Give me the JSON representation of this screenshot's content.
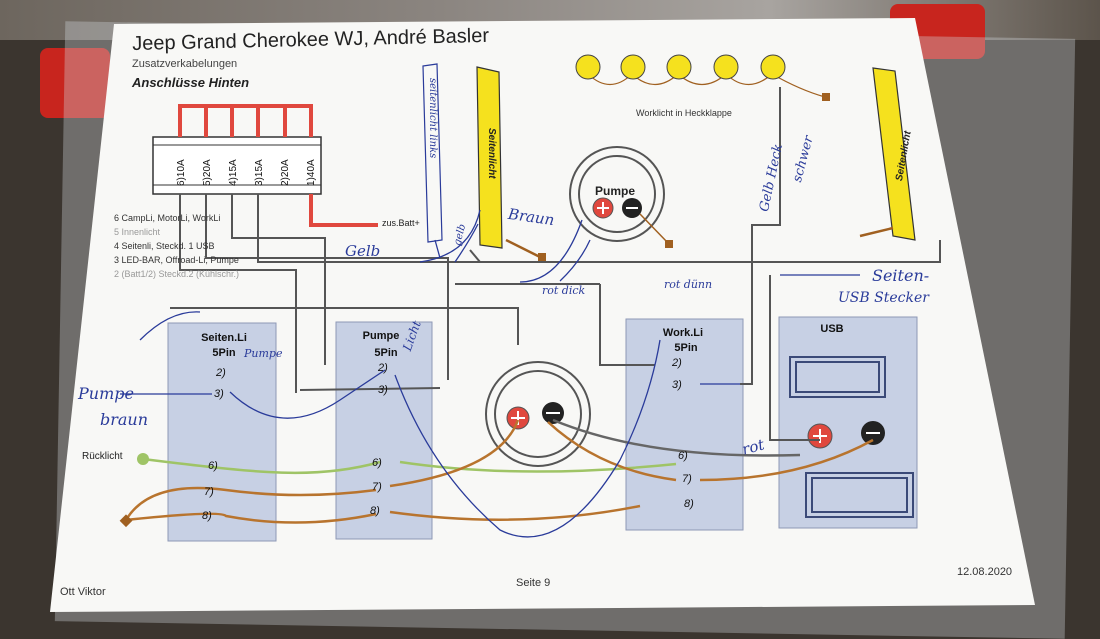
{
  "title": "Jeep Grand Cherokee WJ,  André Basler",
  "subtitle": "Zusatzverkabelungen",
  "section": "Anschlüsse Hinten",
  "fuses": [
    "6)10A",
    "5)20A",
    "4)15A",
    "3)15A",
    "2)20A",
    "1)40A"
  ],
  "battery_label": "zus.Batt+",
  "legend": [
    "6  CampLi, MotorLi, WorkLi",
    "5  Innenlicht",
    "4  Seitenli, Steckd. 1 USB",
    "3  LED-BAR, Offroad-Li, Pumpe",
    "2 (Batt1/2) Steckd.2 (Kühlschr.)"
  ],
  "side_light_label": "Seitenlicht",
  "pump_label": "Pumpe",
  "worklight_label": "Worklicht in Heckklappe",
  "connectors": [
    {
      "title": "Seiten.Li",
      "sub": "5Pin"
    },
    {
      "title": "Pumpe",
      "sub": "5Pin"
    },
    {
      "title": "Work.Li",
      "sub": "5Pin"
    },
    {
      "title": "USB",
      "sub": ""
    }
  ],
  "pins": [
    "2)",
    "3)",
    "6)",
    "7)",
    "8)"
  ],
  "ruecklicht": "Rücklicht",
  "footer": {
    "author": "Ott Viktor",
    "page": "Seite 9",
    "date": "12.08.2020"
  },
  "handwritten": {
    "seitenlicht_links": "seitenlicht links",
    "gelb_1": "gelb",
    "braun_1": "Braun",
    "gelb_2": "Gelb",
    "rot_dick": "rot dick",
    "rot_duenn": "rot dünn",
    "seiten_usb": "Seiten-",
    "usb_stecker": "USB Stecker",
    "gelb_heck": "Gelb Heck",
    "schwer": "schwer",
    "pumpe_braun_1": "Pumpe",
    "pumpe_braun_2": "braun",
    "rot": "rot",
    "licht": "Licht",
    "pumpe_small": "Pumpe"
  },
  "colors": {
    "yellow": "#f5e11e",
    "box_fill": "#c7d0e4",
    "red_wire": "#e0483e",
    "brown_wire": "#b8742e",
    "green_wire": "#9fc466",
    "blue_ink": "#2a3b9a"
  }
}
